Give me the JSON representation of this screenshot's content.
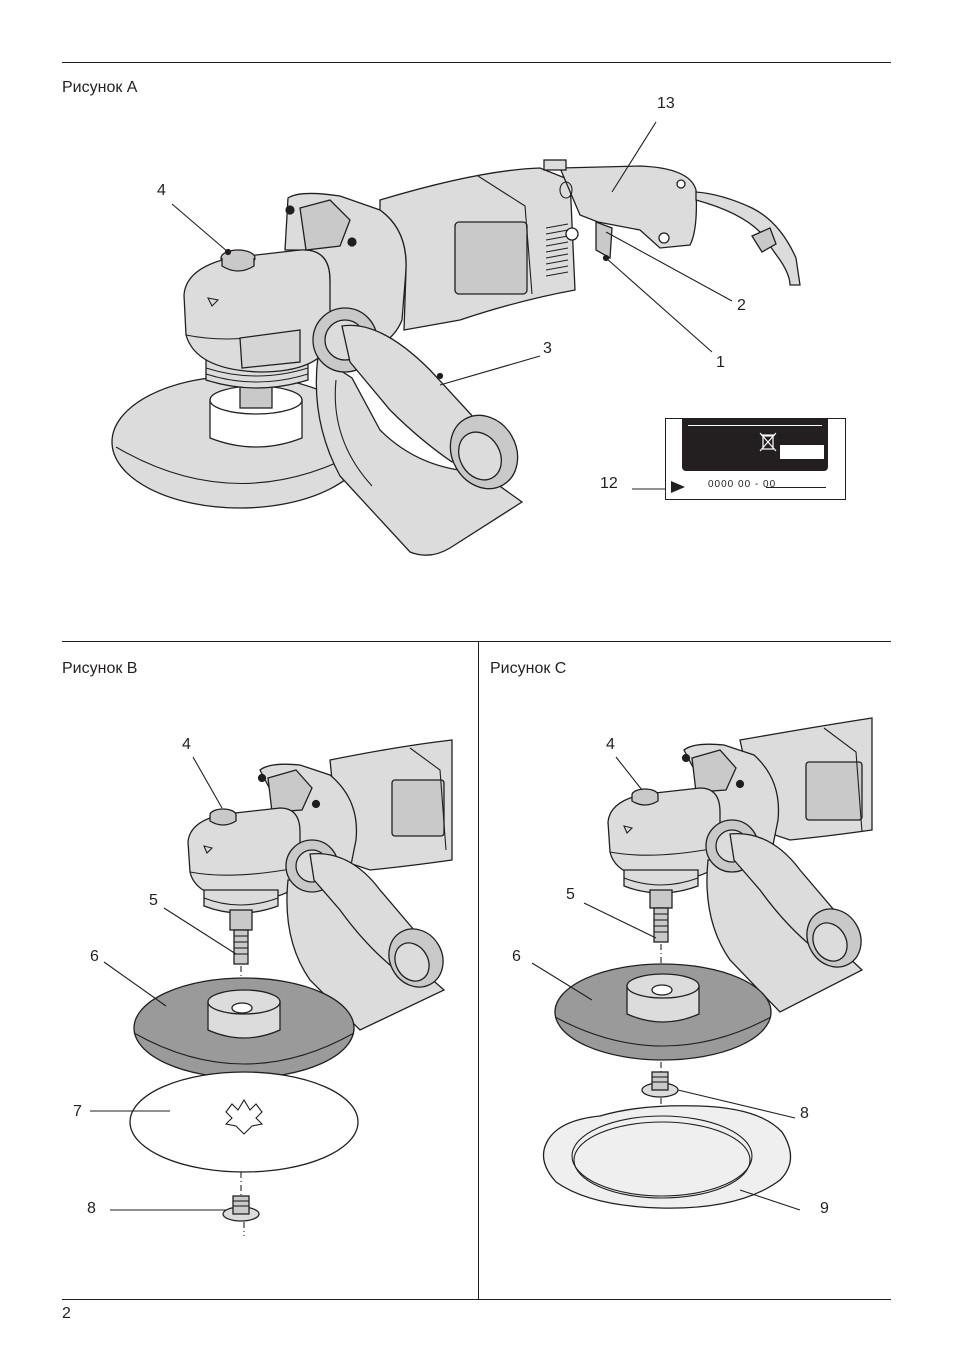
{
  "figures": {
    "a": {
      "title": "Рисунок A",
      "callouts": {
        "c13": "13",
        "c4": "4",
        "c2": "2",
        "c3": "3",
        "c1": "1",
        "c12": "12"
      },
      "label_serial": "0000 00 - 00"
    },
    "b": {
      "title": "Рисунок B",
      "callouts": {
        "c4": "4",
        "c5": "5",
        "c6": "6",
        "c7": "7",
        "c8": "8"
      }
    },
    "c": {
      "title": "Рисунок C",
      "callouts": {
        "c4": "4",
        "c5": "5",
        "c6": "6",
        "c8": "8",
        "c9": "9"
      }
    }
  },
  "page_number": "2",
  "icons": [
    "crossed-out-wheelie-bin-icon",
    "arrow-pointer-icon"
  ]
}
